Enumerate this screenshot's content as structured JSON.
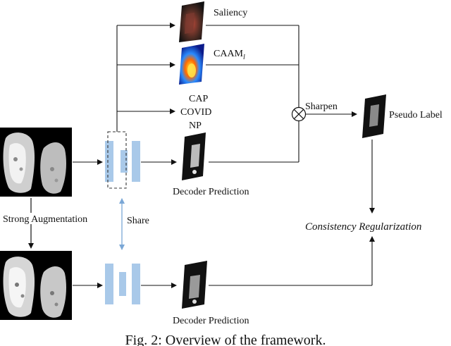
{
  "labels": {
    "saliency": "Saliency",
    "caam_base": "CAAM",
    "caam_sub": "l",
    "cap": "CAP",
    "covid": "COVID",
    "np": "NP",
    "sharpen": "Sharpen",
    "pseudo_label": "Pseudo Label",
    "decoder_prediction_top": "Decoder Prediction",
    "decoder_prediction_bottom": "Decoder Prediction",
    "strong_augmentation": "Strong Augmentation",
    "share": "Share",
    "consistency_regularization": "Consistency Regularization",
    "caption": "Fig. 2: Overview of the framework."
  },
  "colors": {
    "encoder_block": "#a9c9e9",
    "share_arrow": "#7aa7d6",
    "line": "#111111"
  }
}
